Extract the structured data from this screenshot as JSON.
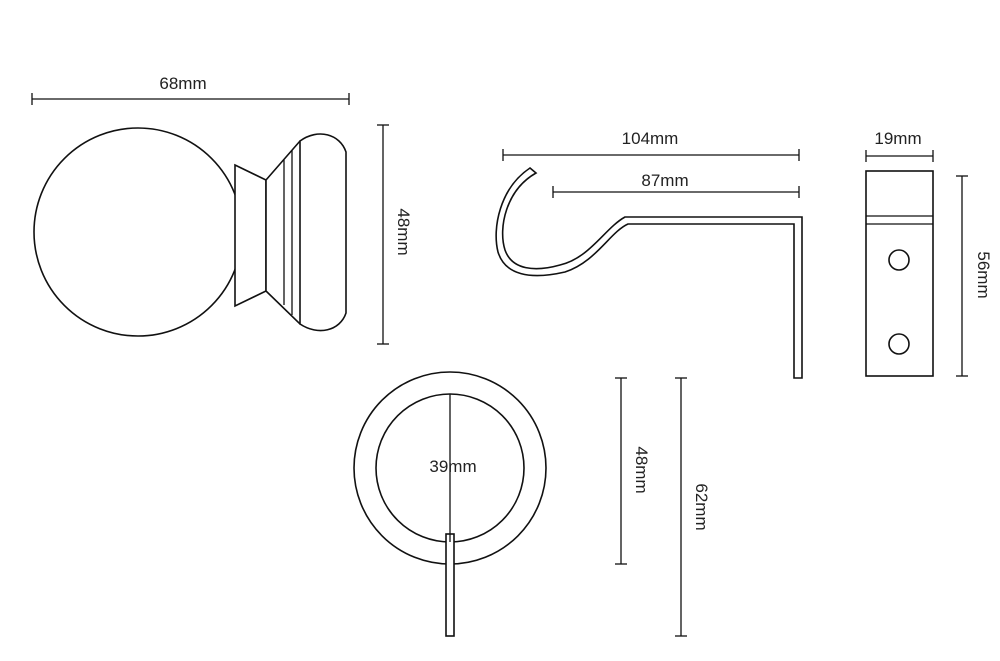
{
  "dimensions": {
    "finial_width": "68mm",
    "finial_height": "48mm",
    "bracket_total_length": "104mm",
    "bracket_projection": "87mm",
    "plate_width": "19mm",
    "plate_height": "56mm",
    "ring_inner_diameter": "39mm",
    "ring_inner_height": "48mm",
    "ring_total_height": "62mm"
  },
  "colors": {
    "line": "#111111",
    "fill": "#ffffff"
  }
}
